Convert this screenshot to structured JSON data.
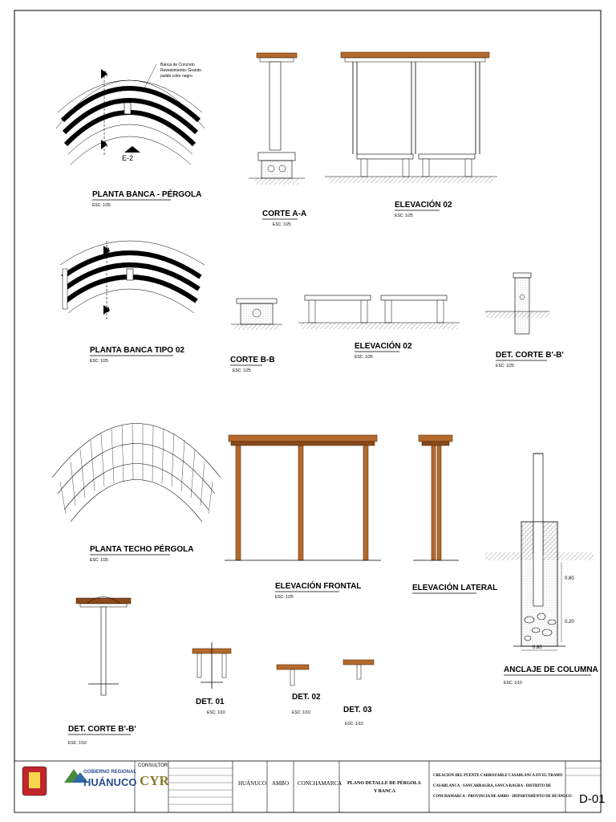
{
  "titles": {
    "planta_banca": "PLANTA BANCA - PÉRGOLA",
    "corte_aa": "CORTE A-A",
    "elevacion02_top": "ELEVACIÓN 02",
    "planta_banca_tipo02": "PLANTA BANCA TIPO 02",
    "corte_bb": "CORTE B-B",
    "elevacion02_mid": "ELEVACIÓN 02",
    "det_corte_bb_mid": "DET. CORTE B'-B'",
    "planta_techo": "PLANTA TECHO PÉRGOLA",
    "elevacion_frontal": "ELEVACIÓN FRONTAL",
    "elevacion_lateral": "ELEVACIÓN LATERAL",
    "anclaje": "ANCLAJE DE COLUMNA",
    "det_corte_bb_low": "DET. CORTE B'-B'",
    "det01": "DET. 01",
    "det02": "DET. 02",
    "det03": "DET. 03"
  },
  "scales": {
    "s125": "ESC: 1/25",
    "s110": "ESC: 1/10"
  },
  "labels": {
    "cut_a": "A",
    "cut_b": "B",
    "cut_e2": "E-2",
    "banca_note_1": "Banca de Concreto",
    "banca_note_2": "Revestimiento: Granito",
    "banca_note_3": "pulido color negro"
  },
  "anclaje_dims": {
    "h1": "0.80",
    "h2": "0.20",
    "w": "0.80"
  },
  "titleblock": {
    "consultor_label": "CONSULTOR:",
    "consultor_logo": "CYR",
    "region_line1": "GOBIERNO REGIONAL",
    "region_line2": "HUÁNUCO",
    "departamento": "HUÁNUCO",
    "provincia": "AMBO",
    "distrito": "CONCHAMARCA",
    "plano_1": "PLANO DETALLE DE PÉRGOLA",
    "plano_2": "Y BANCA",
    "proyecto_1": "CREACION DEL PUENTE CARROZABLE CASABLANCA EN EL TRAMO",
    "proyecto_2": "CASABLANCA - SANCARRAGRA, SANCA RAGRA - DISTRITO DE",
    "proyecto_3": "CONCHAMARCA - PROVINCIA DE AMBO - DEPARTAMENTO DE HUÁNUCO",
    "sheet": "D-01"
  }
}
